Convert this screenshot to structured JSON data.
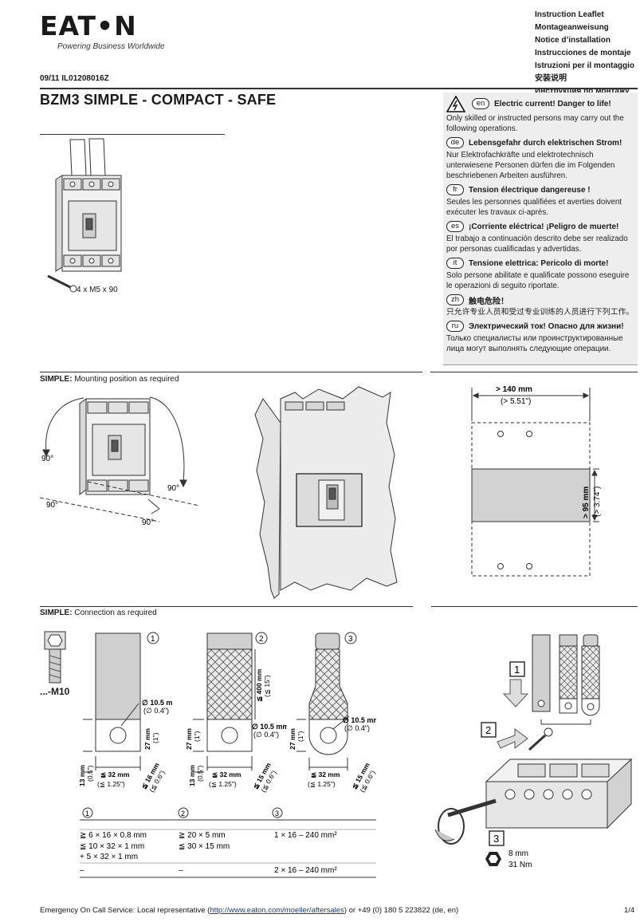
{
  "header": {
    "logo": "EAT•N",
    "tagline": "Powering Business Worldwide",
    "doc_ref": "09/11 IL01208016Z",
    "leaflet_titles": [
      "Instruction Leaflet",
      "Montageanweisung",
      "Notice d’installation",
      "Instrucciones de montaje",
      "Istruzioni per il montaggio",
      "安装说明",
      "Инструкция по монтажу"
    ],
    "title": "BZM3 SIMPLE - COMPACT - SAFE"
  },
  "warnings": [
    {
      "lang": "en",
      "title": "Electric current! Danger to life!",
      "text": "Only skilled or instructed persons may carry out the following operations."
    },
    {
      "lang": "de",
      "title": "Lebensgefahr durch elektrischen Strom!",
      "text": "Nur Elektrofachkräfte und elektrotechnisch unterwiesene Personen dürfen die im Folgenden beschriebenen Arbeiten ausführen."
    },
    {
      "lang": "fr",
      "title": "Tension électrique dangereuse !",
      "text": "Seules les personnes qualifiées et averties doivent exécuter les travaux ci-après."
    },
    {
      "lang": "es",
      "title": "¡Corriente eléctrica! ¡Peligro de muerte!",
      "text": "El trabajo a continuación descrito debe ser realizado por personas cualificadas y advertidas."
    },
    {
      "lang": "it",
      "title": "Tensione elettrica: Pericolo di morte!",
      "text": "Solo persone abilitate e qualificate possono eseguire le operazioni di seguito riportate."
    },
    {
      "lang": "zh",
      "title": "触电危险！",
      "text": "只允许专业人员和受过专业训练的人员进行下列工作。"
    },
    {
      "lang": "ru",
      "title": "Электрический ток! Опасно для жизни!",
      "text": "Только специалисты или проинструктированные лица могут выполнять следующие операции."
    }
  ],
  "figures": {
    "screw_label": "4 x M5 x 90",
    "mounting_label_bold": "SIMPLE:",
    "mounting_label": " Mounting position as required",
    "angle": "90°",
    "width_min": "> 140 mm",
    "width_min_in": "(> 5.51\")",
    "height_min": "> 95 mm",
    "height_min_in": "(> 3.74\")",
    "connection_label_bold": "SIMPLE:",
    "connection_label": " Connection as required",
    "bolt_label": "...-M10",
    "circle_1": "1",
    "circle_2": "2",
    "circle_3": "3",
    "hole_dia": "∅ 10.5 mm",
    "hole_dia_in": "(∅ 0.4\")",
    "dim_27": "27 mm",
    "dim_27_in": "(1\")",
    "dim_13": "13 mm",
    "dim_13_in": "(0.5\")",
    "dim_32": "≦ 32 mm",
    "dim_32_in": "(≦ 1.25\")",
    "dim_16": "≦ 16 mm",
    "dim_16_in": "(≦ 0.6\")",
    "dim_15": "≦ 15 mm",
    "dim_15_in": "(≦ 0.6\")",
    "dim_400": "≦ 400 mm",
    "dim_400_in": "(≦ 15\")",
    "step_1": "1",
    "step_2": "2",
    "step_3": "3",
    "wrench_size": "8 mm",
    "torque": "31 Nm"
  },
  "table": {
    "headers": [
      "1",
      "2",
      "3"
    ],
    "rows": [
      [
        "≧ 6 × 16 × 0.8 mm",
        "≧ 20 × 5 mm",
        "1 × 16 – 240 mm²"
      ],
      [
        "≦ 10 × 32 × 1 mm",
        "≦ 30 × 15 mm",
        ""
      ],
      [
        "+ 5 × 32 × 1 mm",
        "",
        ""
      ],
      [
        "–",
        "–",
        "2 × 16 – 240 mm²"
      ]
    ]
  },
  "footer": {
    "prefix": "Emergency On Call Service: Local representative (",
    "link": "http://www.eaton.com/moeller/aftersales",
    "suffix": ") or +49 (0) 180 5 223822 (de, en)",
    "page": "1/4"
  }
}
